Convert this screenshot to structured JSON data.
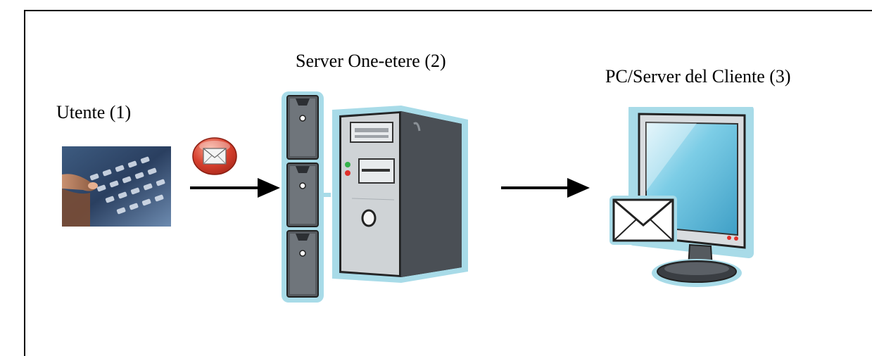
{
  "labels": {
    "user": "Utente (1)",
    "server": "Server One-etere (2)",
    "client": "PC/Server del Cliente (3)"
  },
  "icons": {
    "user_photo": "keyboard-typing-photo-icon",
    "email_badge": "envelope-badge-icon",
    "server_rack": "server-rack-icon",
    "server_tower": "pc-tower-icon",
    "client_monitor": "monitor-with-envelope-icon",
    "arrows": "right-arrow-icon"
  },
  "colors": {
    "outline_glow": "#a8dbe8",
    "badge_red": "#d7402e",
    "screen_blue": "#7ccde6"
  }
}
